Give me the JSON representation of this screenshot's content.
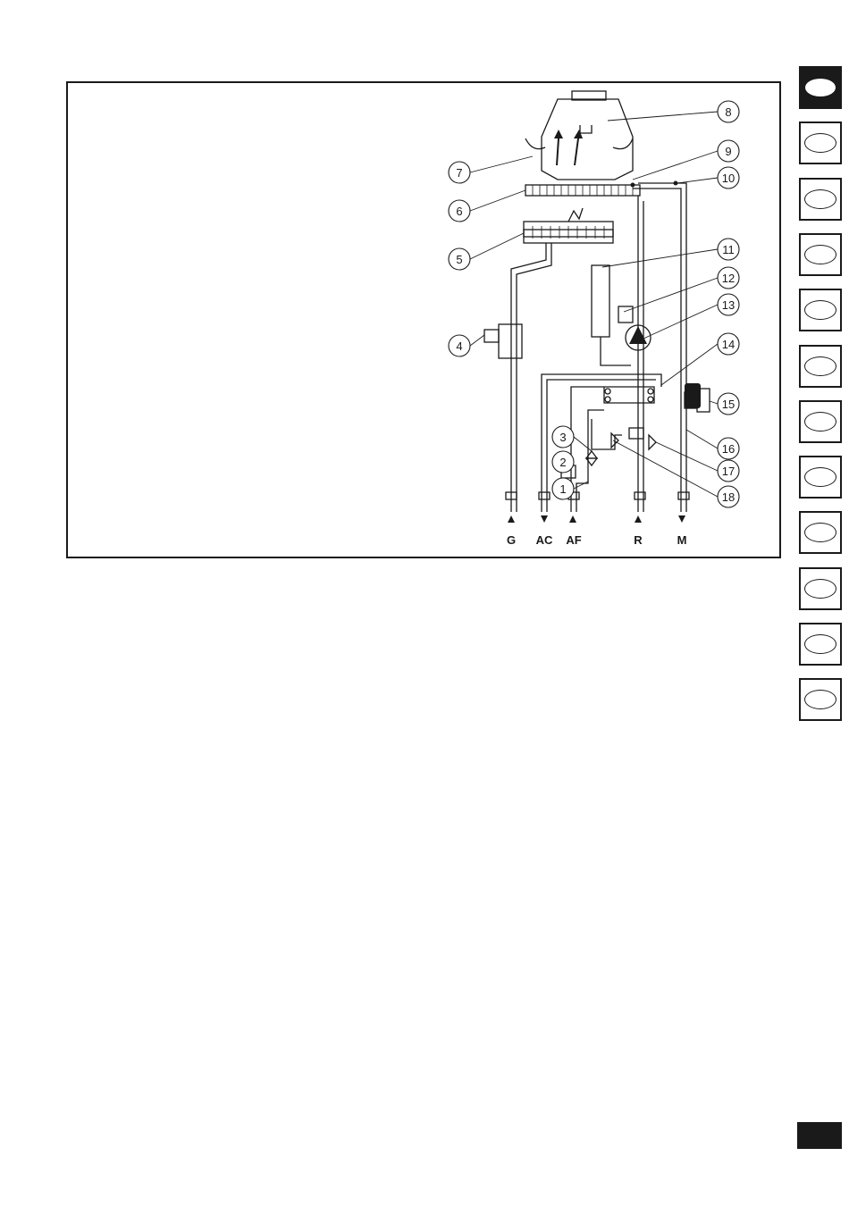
{
  "colors": {
    "ink": "#1a1a1a",
    "paper": "#ffffff"
  },
  "diagram": {
    "callouts": [
      "1",
      "2",
      "3",
      "4",
      "5",
      "6",
      "7",
      "8",
      "9",
      "10",
      "11",
      "12",
      "13",
      "14",
      "15",
      "16",
      "17",
      "18"
    ],
    "connections": [
      "G",
      "AC",
      "AF",
      "R",
      "M"
    ]
  },
  "language_tabs": {
    "count": 12,
    "active_index": 0,
    "icon": "oval-icon"
  },
  "page_marker": {
    "icon": "black-box"
  }
}
